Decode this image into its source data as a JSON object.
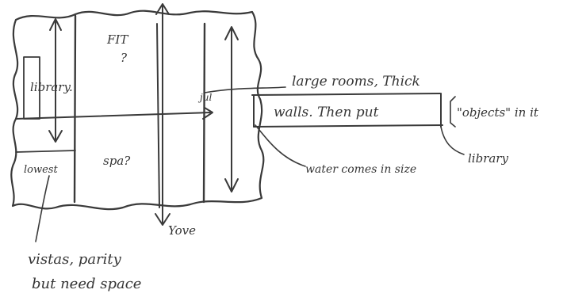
{
  "labels": {
    "top_center": "FIT",
    "top_center_q": "?",
    "left_middle": "library.",
    "bottom_left": "lowest",
    "bottom_center": "spa?",
    "axis_right": "jul",
    "axis_down": "Yove",
    "note_line1": "large rooms, Thick",
    "note_line2": "walls. Then put",
    "note_objects": "\"objects\" in it",
    "note_library": "library",
    "note_water": "water comes in size",
    "note_bottom_line1": "vistas, parity",
    "note_bottom_line2": "but need space"
  },
  "ink_color": "#3a3a3a"
}
